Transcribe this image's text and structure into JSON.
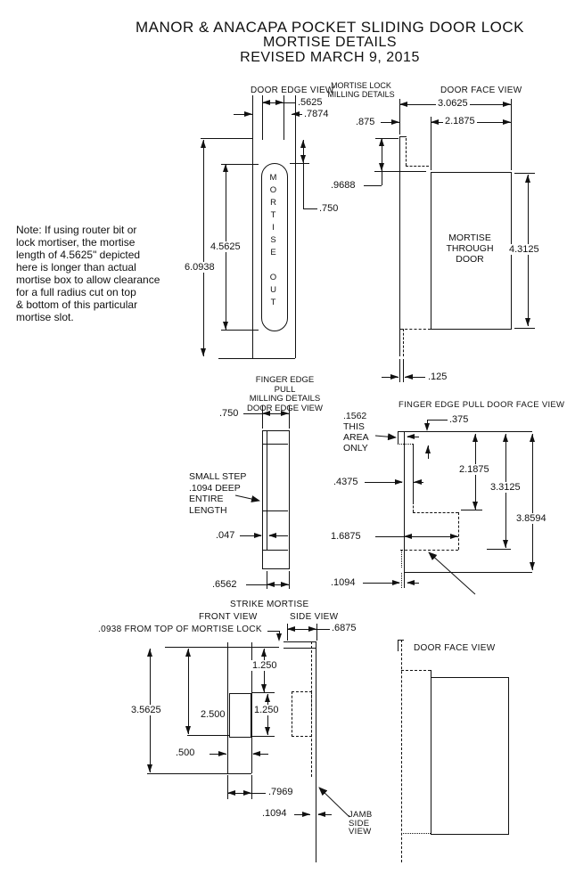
{
  "title": {
    "l1": "MANOR & ANACAPA  POCKET SLIDING DOOR LOCK",
    "l2": "MORTISE DETAILS",
    "l3": "REVISED MARCH 9, 2015"
  },
  "note": {
    "l1": "Note: If using router bit or",
    "l2": "lock mortiser, the mortise",
    "l3": "length of 4.5625\" depicted",
    "l4": "here is longer than actual",
    "l5": "mortise box to allow clearance",
    "l6": "for a full radius cut on top",
    "l7": "& bottom of this particular",
    "l8": "mortise slot."
  },
  "d1": {
    "label": "DOOR EDGE VIEW",
    "sub1": "MORTISE LOCK",
    "sub2": "MILLING DETAILS",
    "slot_width": ".5625",
    "edge_width": ".7874",
    "slot_length": "4.5625",
    "total_length": "6.0938",
    "top_offset": ".750",
    "slot_text": "MORTISE OUT"
  },
  "d2": {
    "label": "DOOR FACE VIEW",
    "total_width": "3.0625",
    "mortise_width": "2.1875",
    "inset": ".875",
    "top_offset": ".9688",
    "mortise_height": "4.3125",
    "c1": "MORTISE",
    "c2": "THROUGH",
    "c3": "DOOR",
    "jamb_gap": ".125"
  },
  "d3": {
    "l1": "FINGER EDGE PULL",
    "l2": "MILLING DETAILS",
    "l3": "DOOR EDGE VIEW",
    "width": ".750",
    "n1": "SMALL STEP",
    "n2": ".1094 DEEP",
    "n3": "ENTIRE",
    "n4": "LENGTH",
    "step": ".047",
    "lower_width": ".6562"
  },
  "d4": {
    "label": "FINGER EDGE PULL DOOR FACE VIEW",
    "a1": ".1562",
    "a2": "THIS",
    "a3": "AREA",
    "a4": "ONLY",
    "top": ".375",
    "step_depth": ".4375",
    "mid_width": "1.6875",
    "bottom_step": ".1094",
    "r1": "2.1875",
    "r2": "3.3125",
    "r3": "3.8594"
  },
  "d5": {
    "t1": "STRIKE MORTISE",
    "t2": "FRONT VIEW",
    "t3": "SIDE VIEW",
    "note": ".0938 FROM TOP OF MORTISE LOCK",
    "upper": "1.250",
    "lower": "1.250",
    "pocket": "2.500",
    "total": "3.5625",
    "width": ".500",
    "side_width": ".6875",
    "stem": ".7969",
    "jamb_gap": ".1094",
    "j1": "JAMB",
    "j2": "SIDE",
    "j3": "VIEW"
  },
  "d6": {
    "label": "DOOR FACE VIEW"
  }
}
